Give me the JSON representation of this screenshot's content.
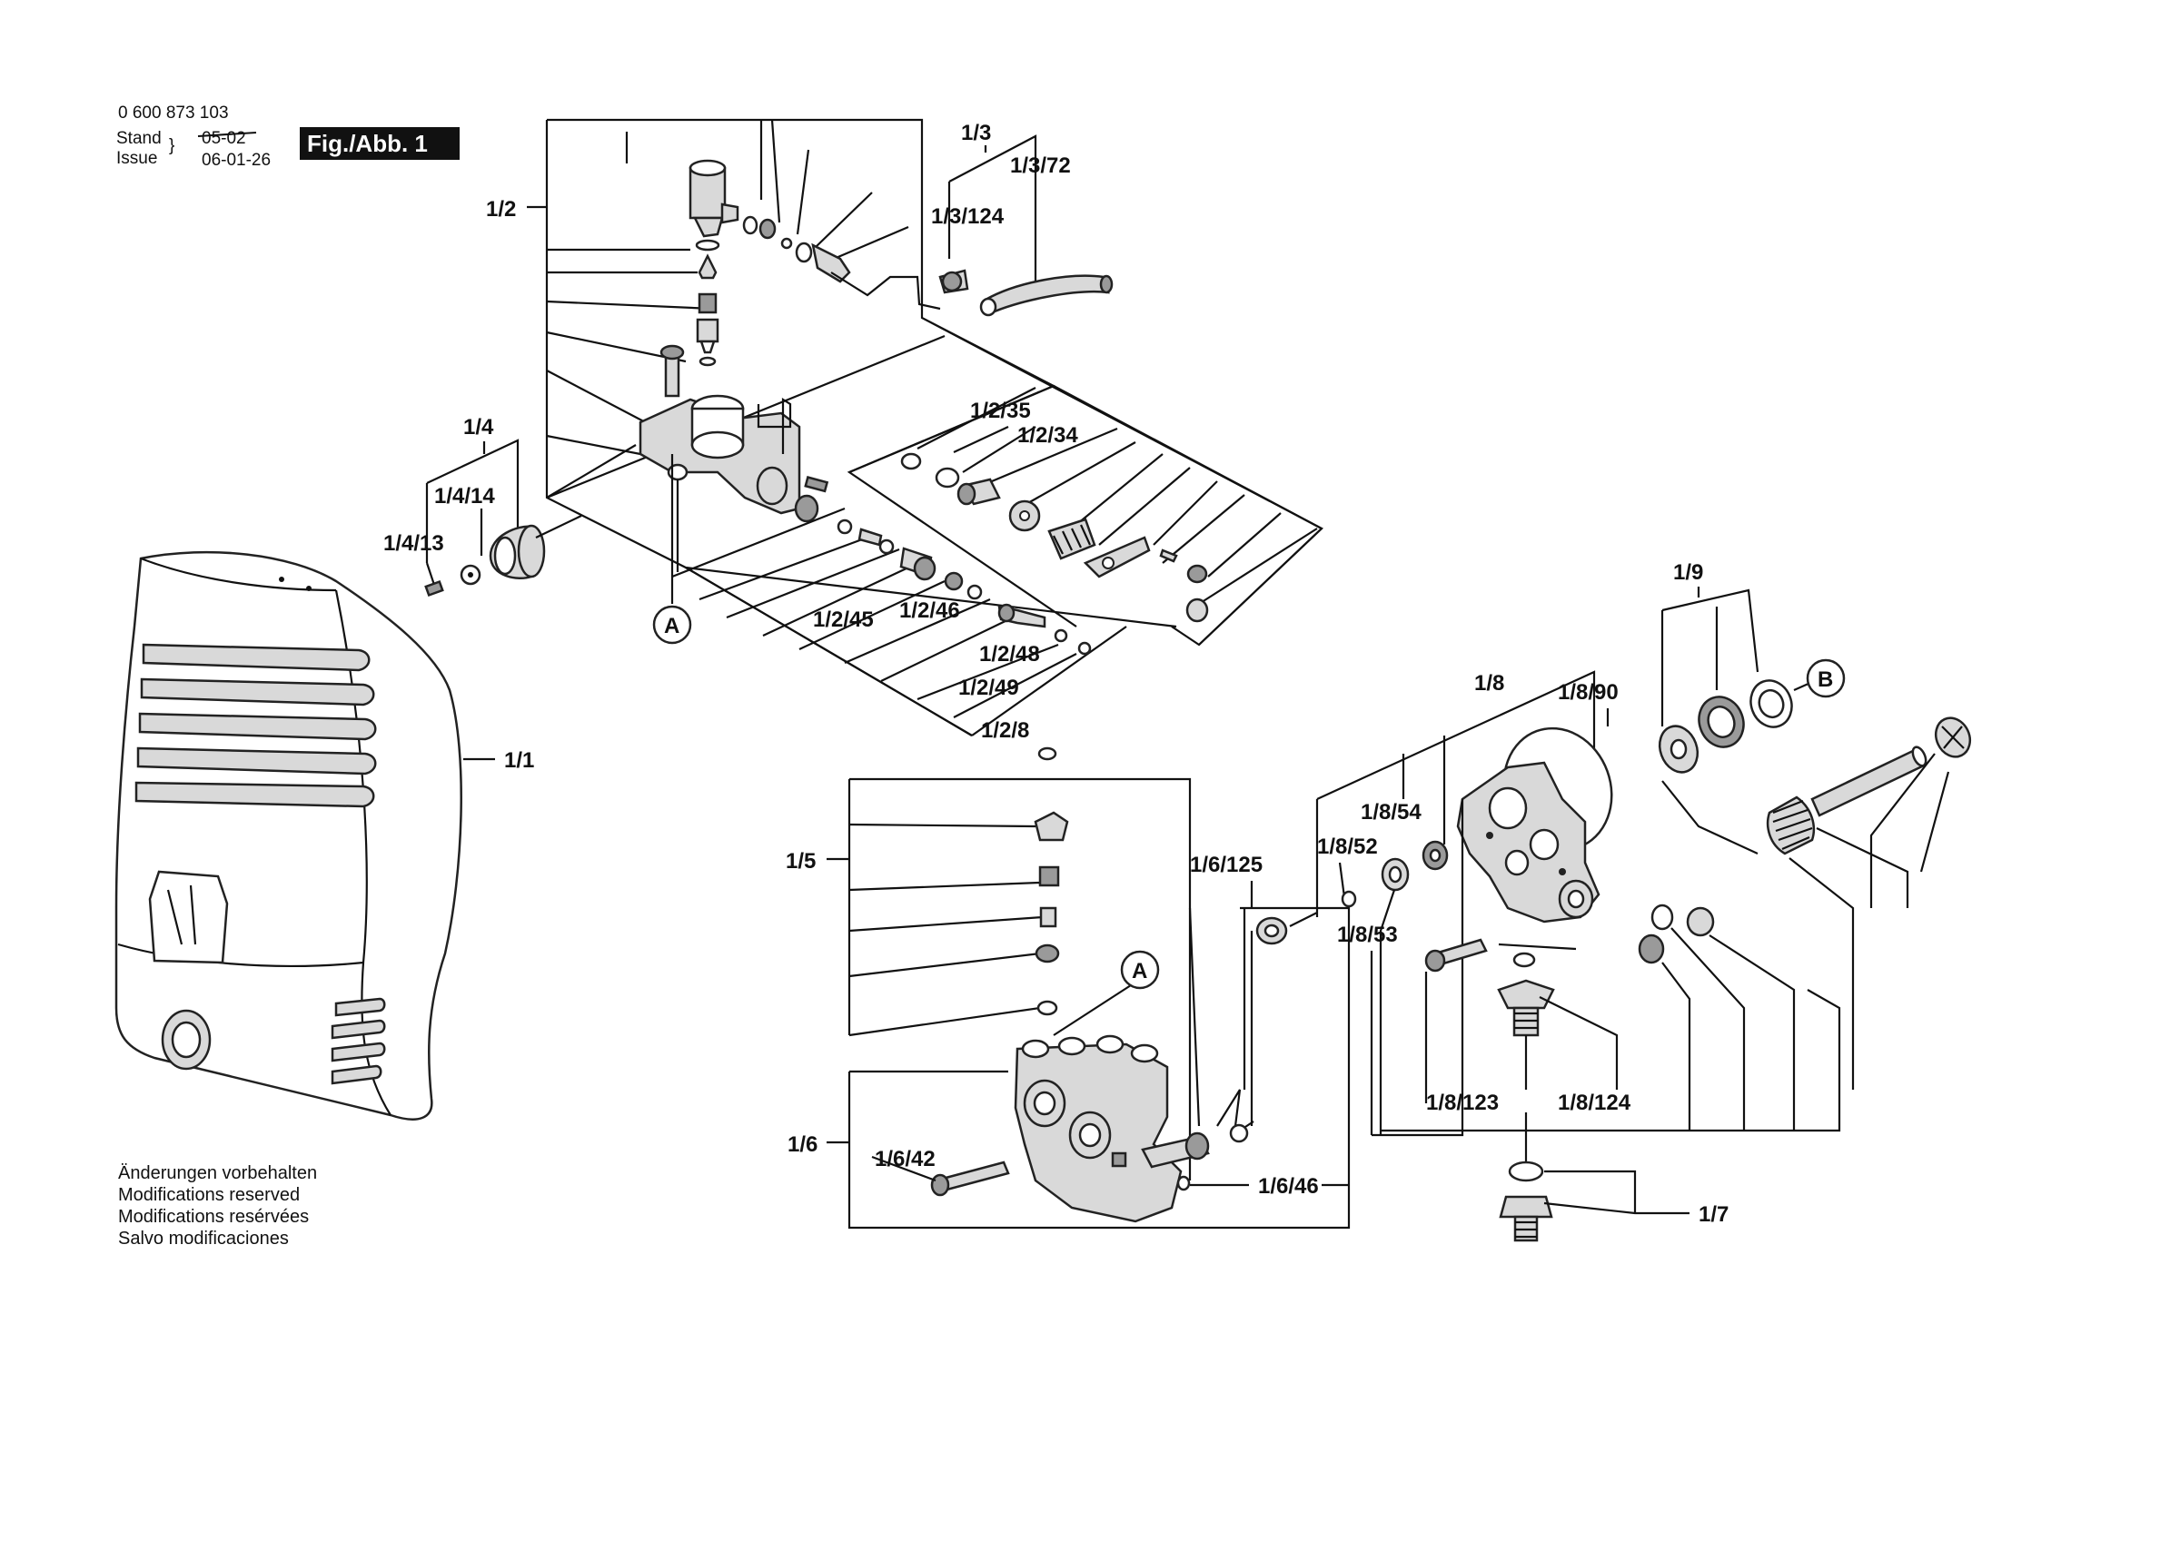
{
  "header": {
    "doc_number": "0 600 873 103",
    "stand_label": "Stand",
    "issue_label": "Issue",
    "old_date": "05-02",
    "new_date": "06-01-26",
    "figure_tag": "Fig./Abb. 1"
  },
  "notes": [
    "Änderungen vorbehalten",
    "Modifications reserved",
    "Modifications resérvées",
    "Salvo modificaciones"
  ],
  "callouts": {
    "c1_1": "1/1",
    "c1_2": "1/2",
    "c1_2_8": "1/2/8",
    "c1_2_34": "1/2/34",
    "c1_2_35": "1/2/35",
    "c1_2_45": "1/2/45",
    "c1_2_46": "1/2/46",
    "c1_2_48": "1/2/48",
    "c1_2_49": "1/2/49",
    "c1_3": "1/3",
    "c1_3_72": "1/3/72",
    "c1_3_124": "1/3/124",
    "c1_4": "1/4",
    "c1_4_13": "1/4/13",
    "c1_4_14": "1/4/14",
    "c1_5": "1/5",
    "c1_6": "1/6",
    "c1_6_42": "1/6/42",
    "c1_6_46": "1/6/46",
    "c1_6_125": "1/6/125",
    "c1_7": "1/7",
    "c1_8": "1/8",
    "c1_8_52": "1/8/52",
    "c1_8_53": "1/8/53",
    "c1_8_54": "1/8/54",
    "c1_8_90": "1/8/90",
    "c1_8_123": "1/8/123",
    "c1_8_124": "1/8/124",
    "c1_9": "1/9"
  },
  "markers": {
    "a_top": "A",
    "a_bottom": "A",
    "b": "B"
  }
}
